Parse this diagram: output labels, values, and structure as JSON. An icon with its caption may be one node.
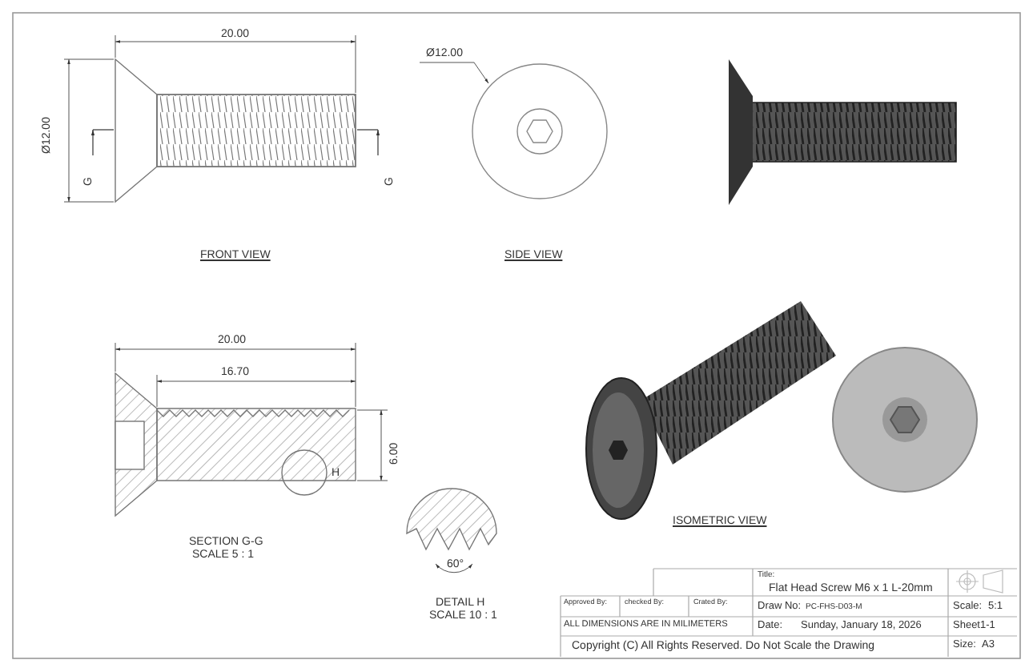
{
  "diagram": {
    "nodes": [
      {
        "text": [
          "Ø12.00"
        ]
      },
      {
        "text": [],
        "shape": "circle"
      }
    ],
    "edges": [
      {
        "from": 0,
        "to": 1,
        "arrow": "to"
      }
    ],
    "labels": [
      "20.00",
      "Ø12.00",
      "G",
      "G",
      "FRONT VIEW",
      "SIDE VIEW",
      "20.00",
      "16.70",
      "6.00",
      "H",
      "SECTION G-G",
      "SCALE 5 : 1",
      "60°",
      "DETAIL H",
      "SCALE 10 : 1",
      "ISOMETRIC VIEW",
      "Title:",
      "Flat Head Screw M6 x 1 L-20mm",
      "Approved By:",
      "checked By:",
      "Crated By:",
      "Draw No:",
      "PC-FHS-D03-M",
      "Scale:",
      "5:1",
      "ALL DIMENSIONS ARE IN MILIMETERS",
      "Date:",
      "Sunday, January 18, 2026",
      "Sheet1-1",
      "Copyright (C) All Rights Reserved. Do Not Scale the Drawing",
      "Size:",
      "A3"
    ]
  }
}
